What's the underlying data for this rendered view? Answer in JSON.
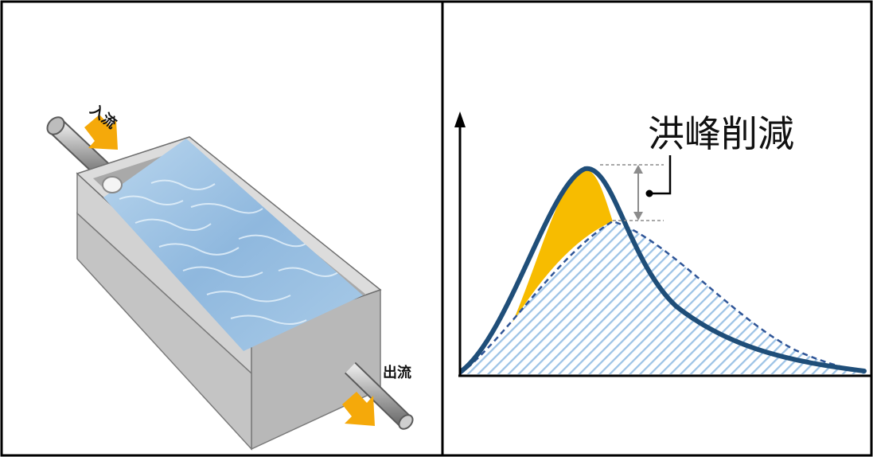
{
  "left_panel": {
    "inflow_label": "入流",
    "outflow_label": "出流"
  },
  "right_panel": {
    "annotation_label": "洪峰削減"
  },
  "colors": {
    "arrow": "#F5A90A",
    "peak_fill": "#F7BC00",
    "inflow_curve": "#1F4E79",
    "outflow_curve": "#2F5597",
    "hatch": "#9DC3E6",
    "tank_wall": "#C9C9C9",
    "water": "#9CC4E4"
  }
}
